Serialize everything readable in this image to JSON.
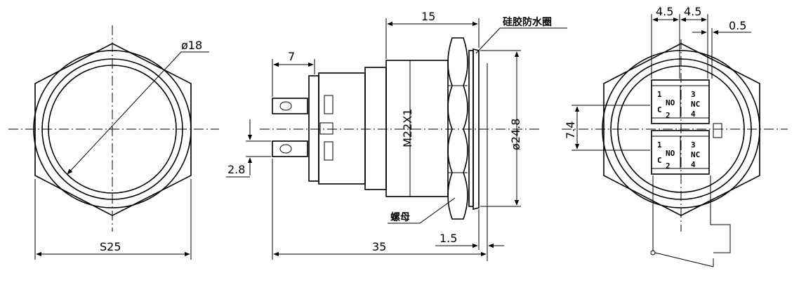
{
  "front_view": {
    "diameter_label": "ø18",
    "width_label": "S25"
  },
  "side_view": {
    "length_15": "15",
    "length_7": "7",
    "thread_label": "M22X1",
    "diameter_label": "ø24.8",
    "pin_label": "2.8",
    "total_length": "35",
    "washer_thickness": "1.5",
    "washer_callout": "硅胶防水圈",
    "nut_callout": "螺母"
  },
  "rear_view": {
    "dim_left": "4.5",
    "dim_right": "4.5",
    "dim_gap": "0.5",
    "dim_height": "7.4",
    "top_block": {
      "left_num": "1",
      "left_mid": "NO",
      "left_bottom": "C",
      "left_num2": "2",
      "right_num": "3",
      "right_mid": "NC",
      "right_num2": "4"
    },
    "bottom_block": {
      "left_num": "1",
      "left_mid": "NO",
      "left_bottom": "C",
      "left_num2": "2",
      "right_num": "3",
      "right_mid": "NC",
      "right_num2": "4"
    }
  }
}
